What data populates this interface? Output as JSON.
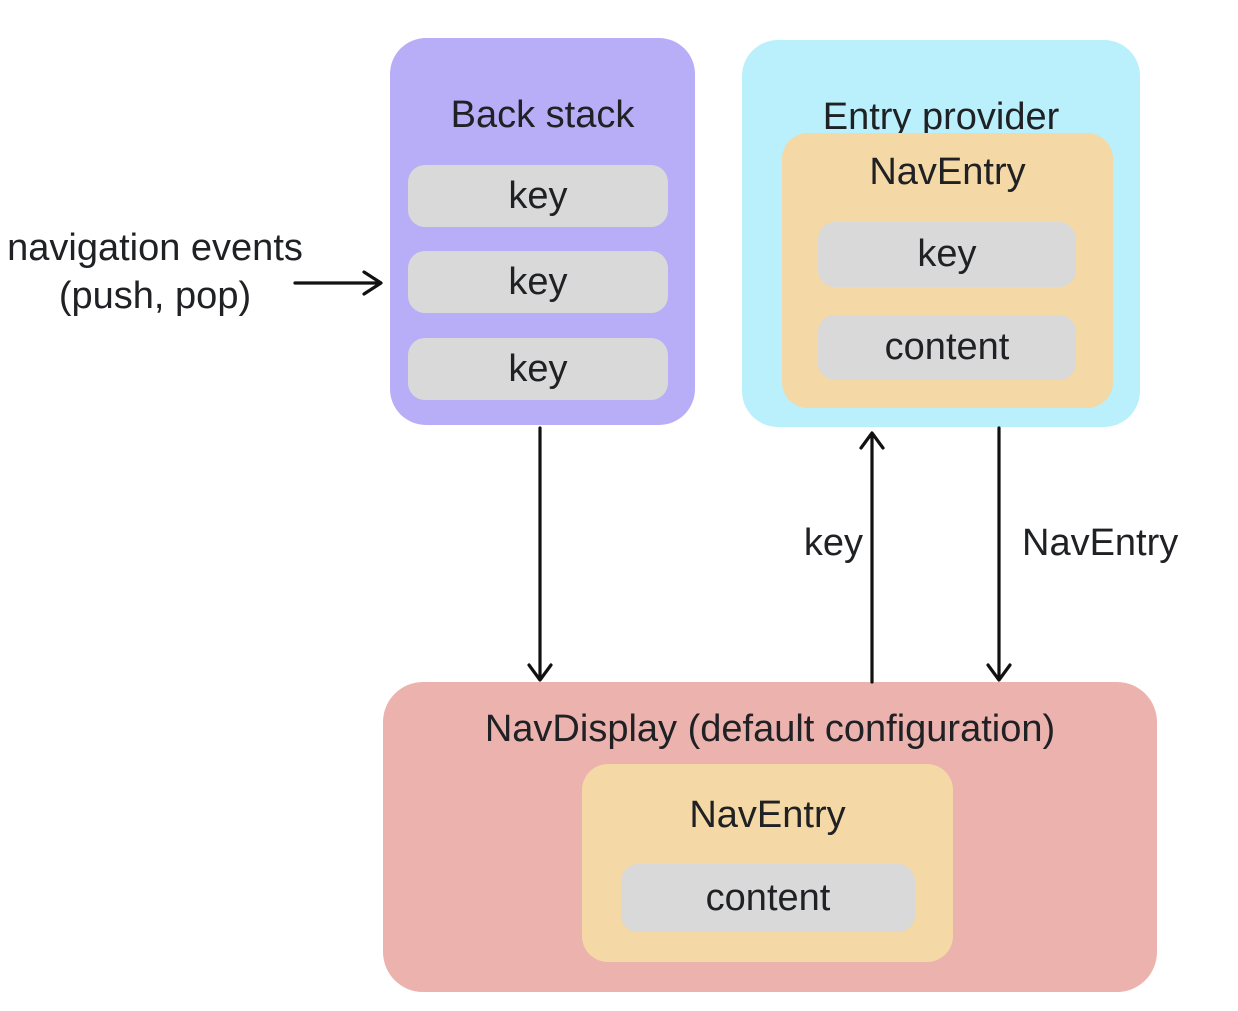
{
  "labels": {
    "nav_events_line1": "navigation events",
    "nav_events_line2": "(push, pop)",
    "arrow_key": "key",
    "arrow_nav_entry": "NavEntry"
  },
  "back_stack": {
    "title": "Back stack",
    "keys": [
      "key",
      "key",
      "key"
    ]
  },
  "entry_provider": {
    "title": "Entry provider",
    "nav_entry": {
      "title": "NavEntry",
      "key": "key",
      "content": "content"
    }
  },
  "nav_display": {
    "title": "NavDisplay (default configuration)",
    "nav_entry": {
      "title": "NavEntry",
      "content": "content"
    }
  },
  "colors": {
    "purple": "#b8adf7",
    "cyan": "#b9f0fb",
    "orange": "#f4d8a5",
    "gray": "#d9d9d9",
    "pink": "#ecb2ae",
    "arrow": "#111111",
    "text": "#202124"
  }
}
